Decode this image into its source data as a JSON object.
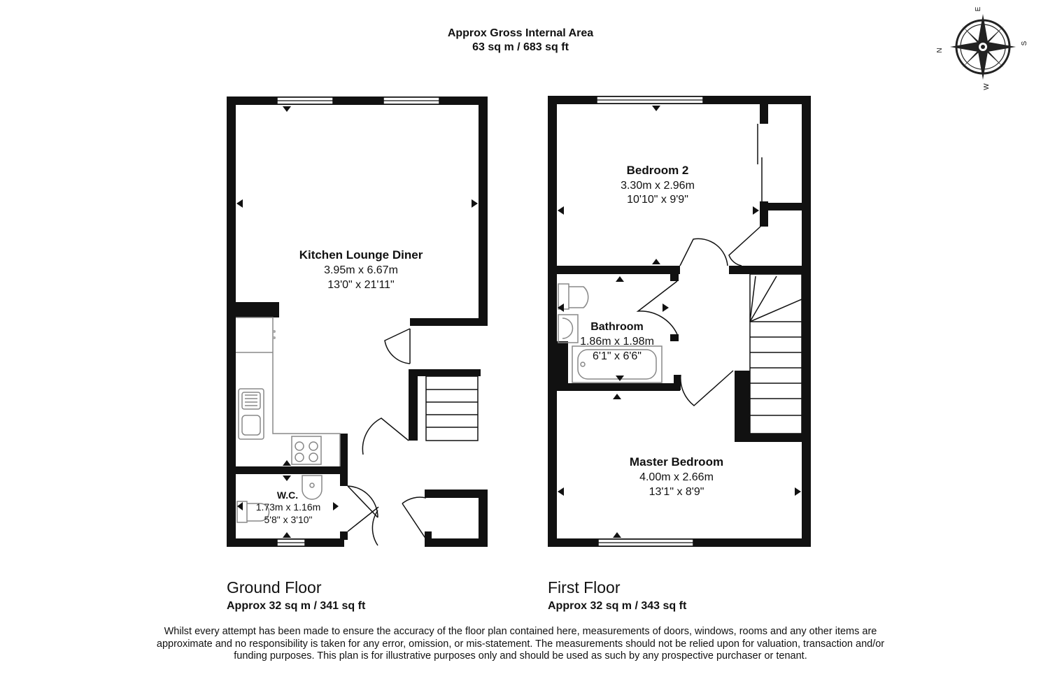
{
  "header": {
    "gross_area_label": "Approx Gross Internal Area",
    "gross_area_value": "63 sq m / 683 sq ft"
  },
  "compass": {
    "icon": "compass-rose-icon",
    "north": "N",
    "east": "E",
    "south": "S",
    "west": "W"
  },
  "ground_floor": {
    "title": "Ground Floor",
    "area": "Approx 32 sq m / 341 sq ft",
    "rooms": {
      "kitchen": {
        "name": "Kitchen Lounge Diner",
        "metric": "3.95m x 6.67m",
        "imperial": "13'0\" x 21'11\""
      },
      "wc": {
        "name": "W.C.",
        "metric": "1.73m x 1.16m",
        "imperial": "5'8\" x 3'10\""
      }
    }
  },
  "first_floor": {
    "title": "First Floor",
    "area": "Approx 32 sq m / 343 sq ft",
    "rooms": {
      "bedroom2": {
        "name": "Bedroom 2",
        "metric": "3.30m x 2.96m",
        "imperial": "10'10\" x 9'9\""
      },
      "bathroom": {
        "name": "Bathroom",
        "metric": "1.86m x 1.98m",
        "imperial": "6'1\" x 6'6\""
      },
      "master": {
        "name": "Master Bedroom",
        "metric": "4.00m x 2.66m",
        "imperial": "13'1\" x 8'9\""
      }
    }
  },
  "disclaimer": "Whilst every attempt has been made to ensure the accuracy of the floor plan contained here, measurements of doors, windows, rooms and any other items are approximate and no responsibility is taken for any error, omission, or mis-statement. The measurements should not be relied upon for valuation, transaction and/or funding purposes. This plan is for illustrative purposes only and should be used as such by any prospective purchaser or tenant."
}
